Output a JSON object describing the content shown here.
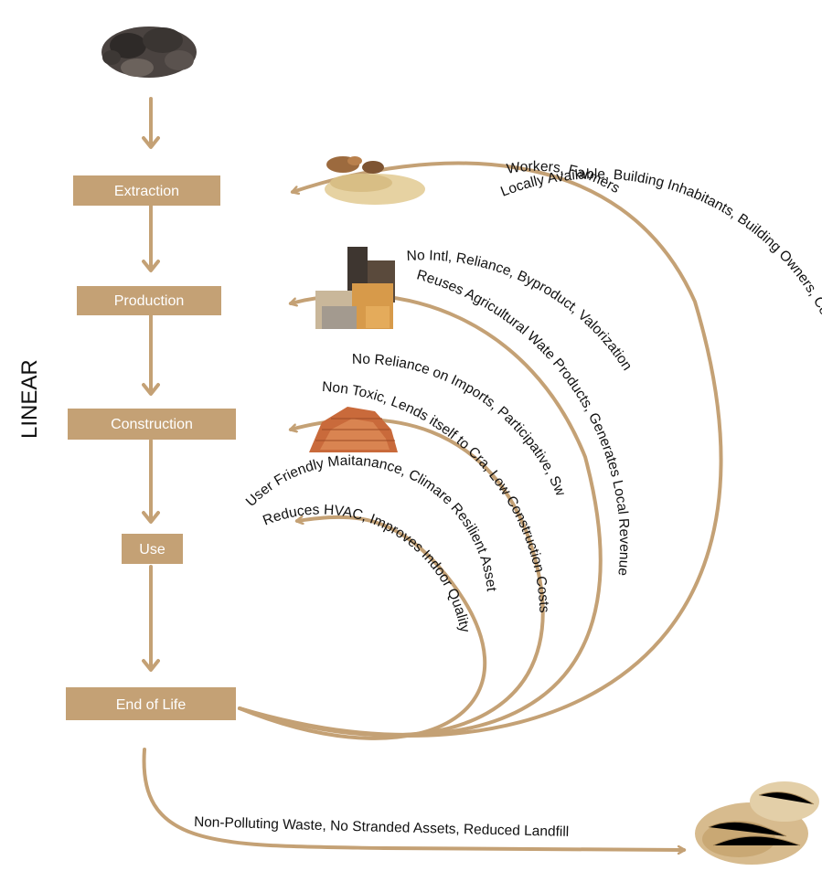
{
  "diagram_title": "LINEAR",
  "accent_color": "#c4a175",
  "stages": [
    {
      "label": "Extraction"
    },
    {
      "label": "Production"
    },
    {
      "label": "Construction"
    },
    {
      "label": "Use"
    },
    {
      "label": "End of Life"
    }
  ],
  "loops": {
    "extraction": [
      "Workers, Farmers",
      "Locally Available, Building Inhabitants, Building Owners, Construction"
    ],
    "production": [
      "No Intl, Reliance, Byproduct, Valorization",
      "Reuses Agricultural Wate Products, Generates Local Revenue"
    ],
    "construction": [
      "No Reliance on Imports, Participative, Sweat Equity",
      "Non Toxic, Lends itself to Cra, Low Construction Costs"
    ],
    "use": [
      "User Friendly Maitanance, Climare Resilient Asset",
      "Reduces HVAC, Improves Indoor Quality"
    ]
  },
  "end_path_label": "Non-Polluting Waste, No Stranded Assets, Reduced Landfill",
  "images": [
    "raw-soil-image",
    "straw-and-clay-image",
    "timber-blocks-image",
    "brick-pile-image",
    "straw-bale-image"
  ]
}
